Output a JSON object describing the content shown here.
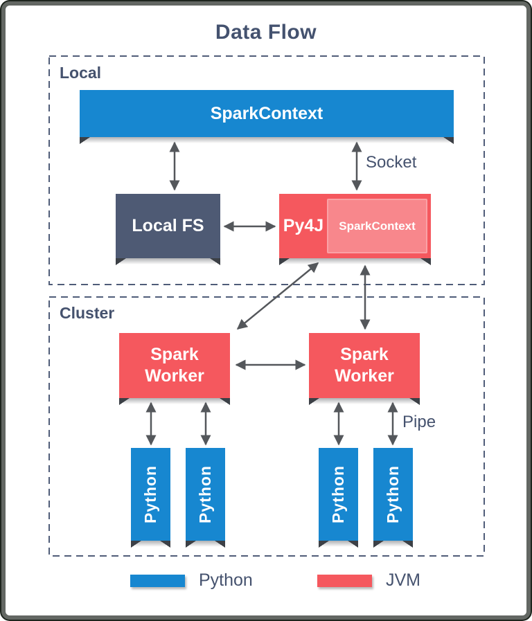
{
  "title": "Data Flow",
  "local_section": {
    "label": "Local",
    "spark_context_label": "SparkContext",
    "local_fs_label": "Local FS",
    "py4j_label": "Py4J",
    "jvm_spark_context_label": "SparkContext",
    "socket_label": "Socket"
  },
  "cluster_section": {
    "label": "Cluster",
    "workers": [
      {
        "label": "Spark Worker"
      },
      {
        "label": "Spark Worker"
      }
    ],
    "python_nodes": [
      "Python",
      "Python",
      "Python",
      "Python"
    ],
    "pipe_label": "Pipe"
  },
  "legend": {
    "items": [
      {
        "label": "Python",
        "color": "#1787d0"
      },
      {
        "label": "JVM",
        "color": "#f5585e"
      }
    ]
  },
  "colors": {
    "python_blue": "#1787d0",
    "jvm_red": "#f5585e",
    "jvm_inner_red": "#f8878c",
    "local_fs_navy": "#4e5a74",
    "text_slate": "#45526e",
    "arrow_gray": "#54575b",
    "dashed_border": "#4f5c78"
  }
}
